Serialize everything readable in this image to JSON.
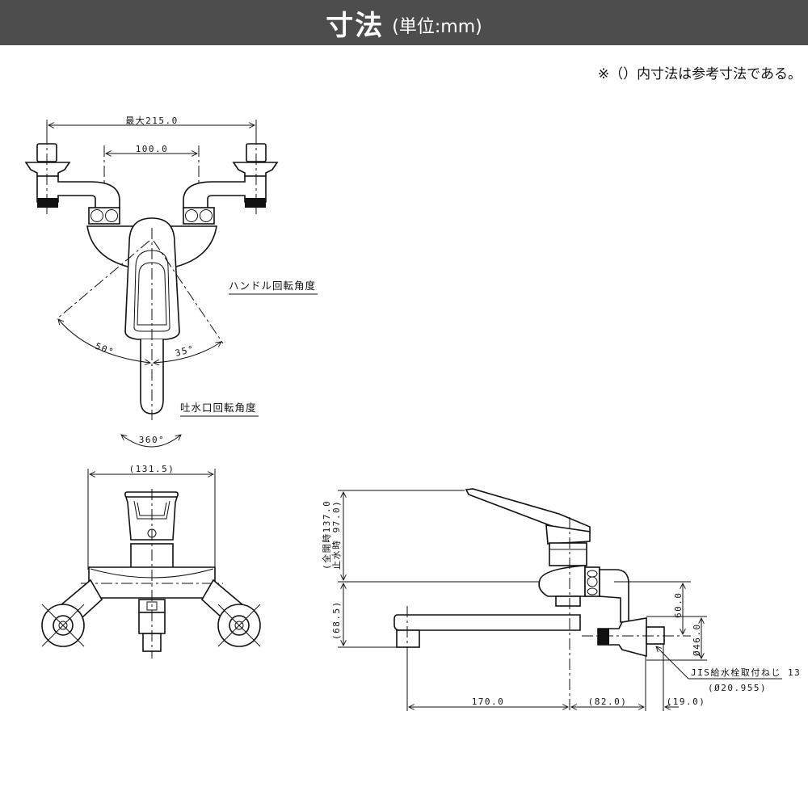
{
  "header": {
    "title": "寸法",
    "unit": "(単位:mm)",
    "background_color": "#4d4d4d"
  },
  "note": "※（）内寸法は参考寸法である。",
  "top_view": {
    "dim_max_width": "最大215.0",
    "dim_center_distance": "100.0",
    "handle_rotation_label": "ハンドル回転角度",
    "handle_angle_left": "50°",
    "handle_angle_right": "35°",
    "spout_rotation_label": "吐水口回転角度",
    "spout_rotation": "360°"
  },
  "front_view": {
    "dim_width": "(131.5)"
  },
  "side_view": {
    "dim_height_full_open": "(全開時137.0",
    "dim_height_closed": "止水時 97.0)",
    "dim_spout_height": "(68.5)",
    "dim_spout_length": "170.0",
    "dim_body_depth": "(82.0)",
    "dim_fitting_depth": "(19.0)",
    "dim_vertical_offset": "60.0",
    "dim_flange_diameter": "Ø46.0",
    "thread_label": "JIS給水栓取付ねじ 13",
    "thread_diameter": "(Ø20.955)"
  }
}
